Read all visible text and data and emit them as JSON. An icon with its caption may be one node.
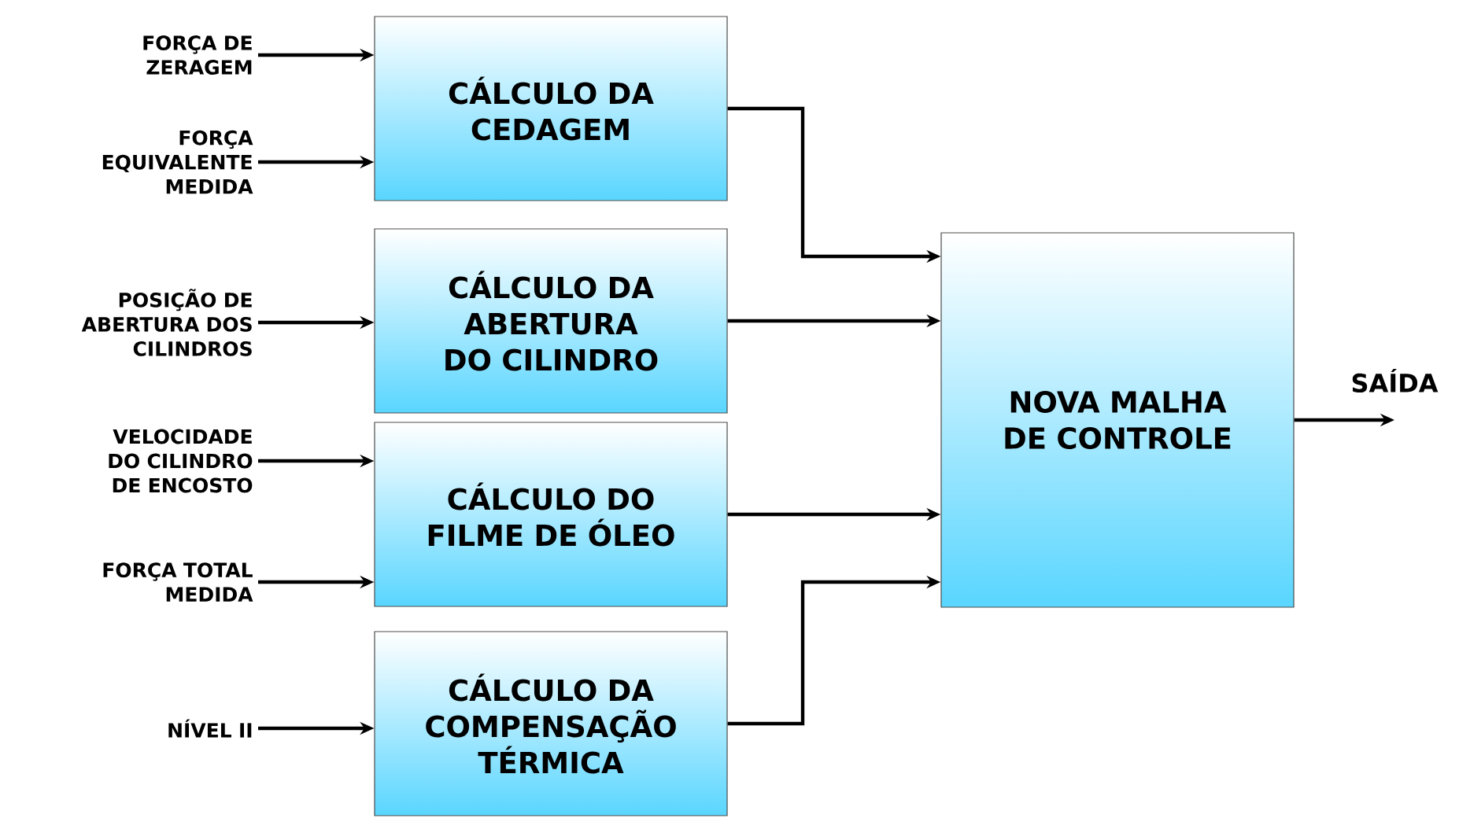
{
  "diagram": {
    "nodes": [
      {
        "text": [
          "FORÇA DE ZERAGEM"
        ]
      },
      {
        "text": [
          "FORÇA EQUIVALENTE MEDIDA"
        ]
      },
      {
        "text": [
          "CÁLCULO DA CEDAGEM"
        ]
      },
      {
        "text": [
          "POSIÇÃO DE ABERTURA DOS CILINDROS"
        ]
      },
      {
        "text": [
          "CÁLCULO DA ABERTURA DO CILINDRO"
        ]
      },
      {
        "text": [
          "VELOCIDADE DO CILINDRO DE ENCOSTO"
        ]
      },
      {
        "text": [
          "FORÇA TOTAL MEDIDA"
        ]
      },
      {
        "text": [
          "CÁLCULO DO FILME DE ÓLEO"
        ]
      },
      {
        "text": [
          "NÍVEL II"
        ]
      },
      {
        "text": [
          "CÁLCULO DA COMPENSAÇÃO TÉRMICA"
        ]
      },
      {
        "text": [
          "NOVA MALHA DE CONTROLE"
        ]
      },
      {
        "text": [
          "SAÍDA"
        ]
      }
    ],
    "edges": [
      {
        "from": 0,
        "to": 2,
        "arrow": "to"
      },
      {
        "from": 1,
        "to": 2,
        "arrow": "to"
      },
      {
        "from": 2,
        "to": 10,
        "arrow": "to"
      },
      {
        "from": 3,
        "to": 4,
        "arrow": "to"
      },
      {
        "from": 4,
        "to": 10,
        "arrow": "to"
      },
      {
        "from": 5,
        "to": 7,
        "arrow": "to"
      },
      {
        "from": 6,
        "to": 7,
        "arrow": "to"
      },
      {
        "from": 7,
        "to": 10,
        "arrow": "to"
      },
      {
        "from": 8,
        "to": 9,
        "arrow": "to"
      },
      {
        "from": 9,
        "to": 10,
        "arrow": "to"
      },
      {
        "from": 10,
        "to": 11,
        "arrow": "to"
      }
    ]
  }
}
